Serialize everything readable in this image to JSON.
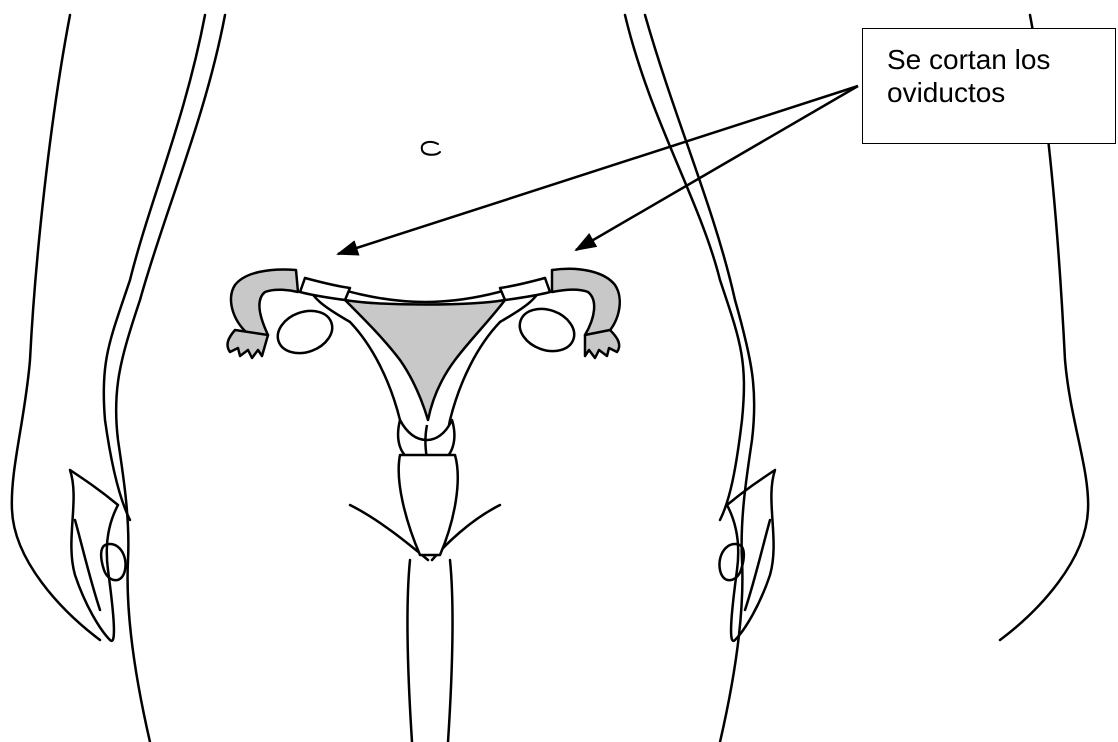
{
  "callout": {
    "line1": "Se cortan los",
    "line2": "oviductos"
  },
  "colors": {
    "outline": "#000000",
    "organ_fill": "#c8c8c8",
    "background": "#ffffff"
  },
  "icons": {
    "arrow_head": "filled-triangle-arrowhead"
  }
}
